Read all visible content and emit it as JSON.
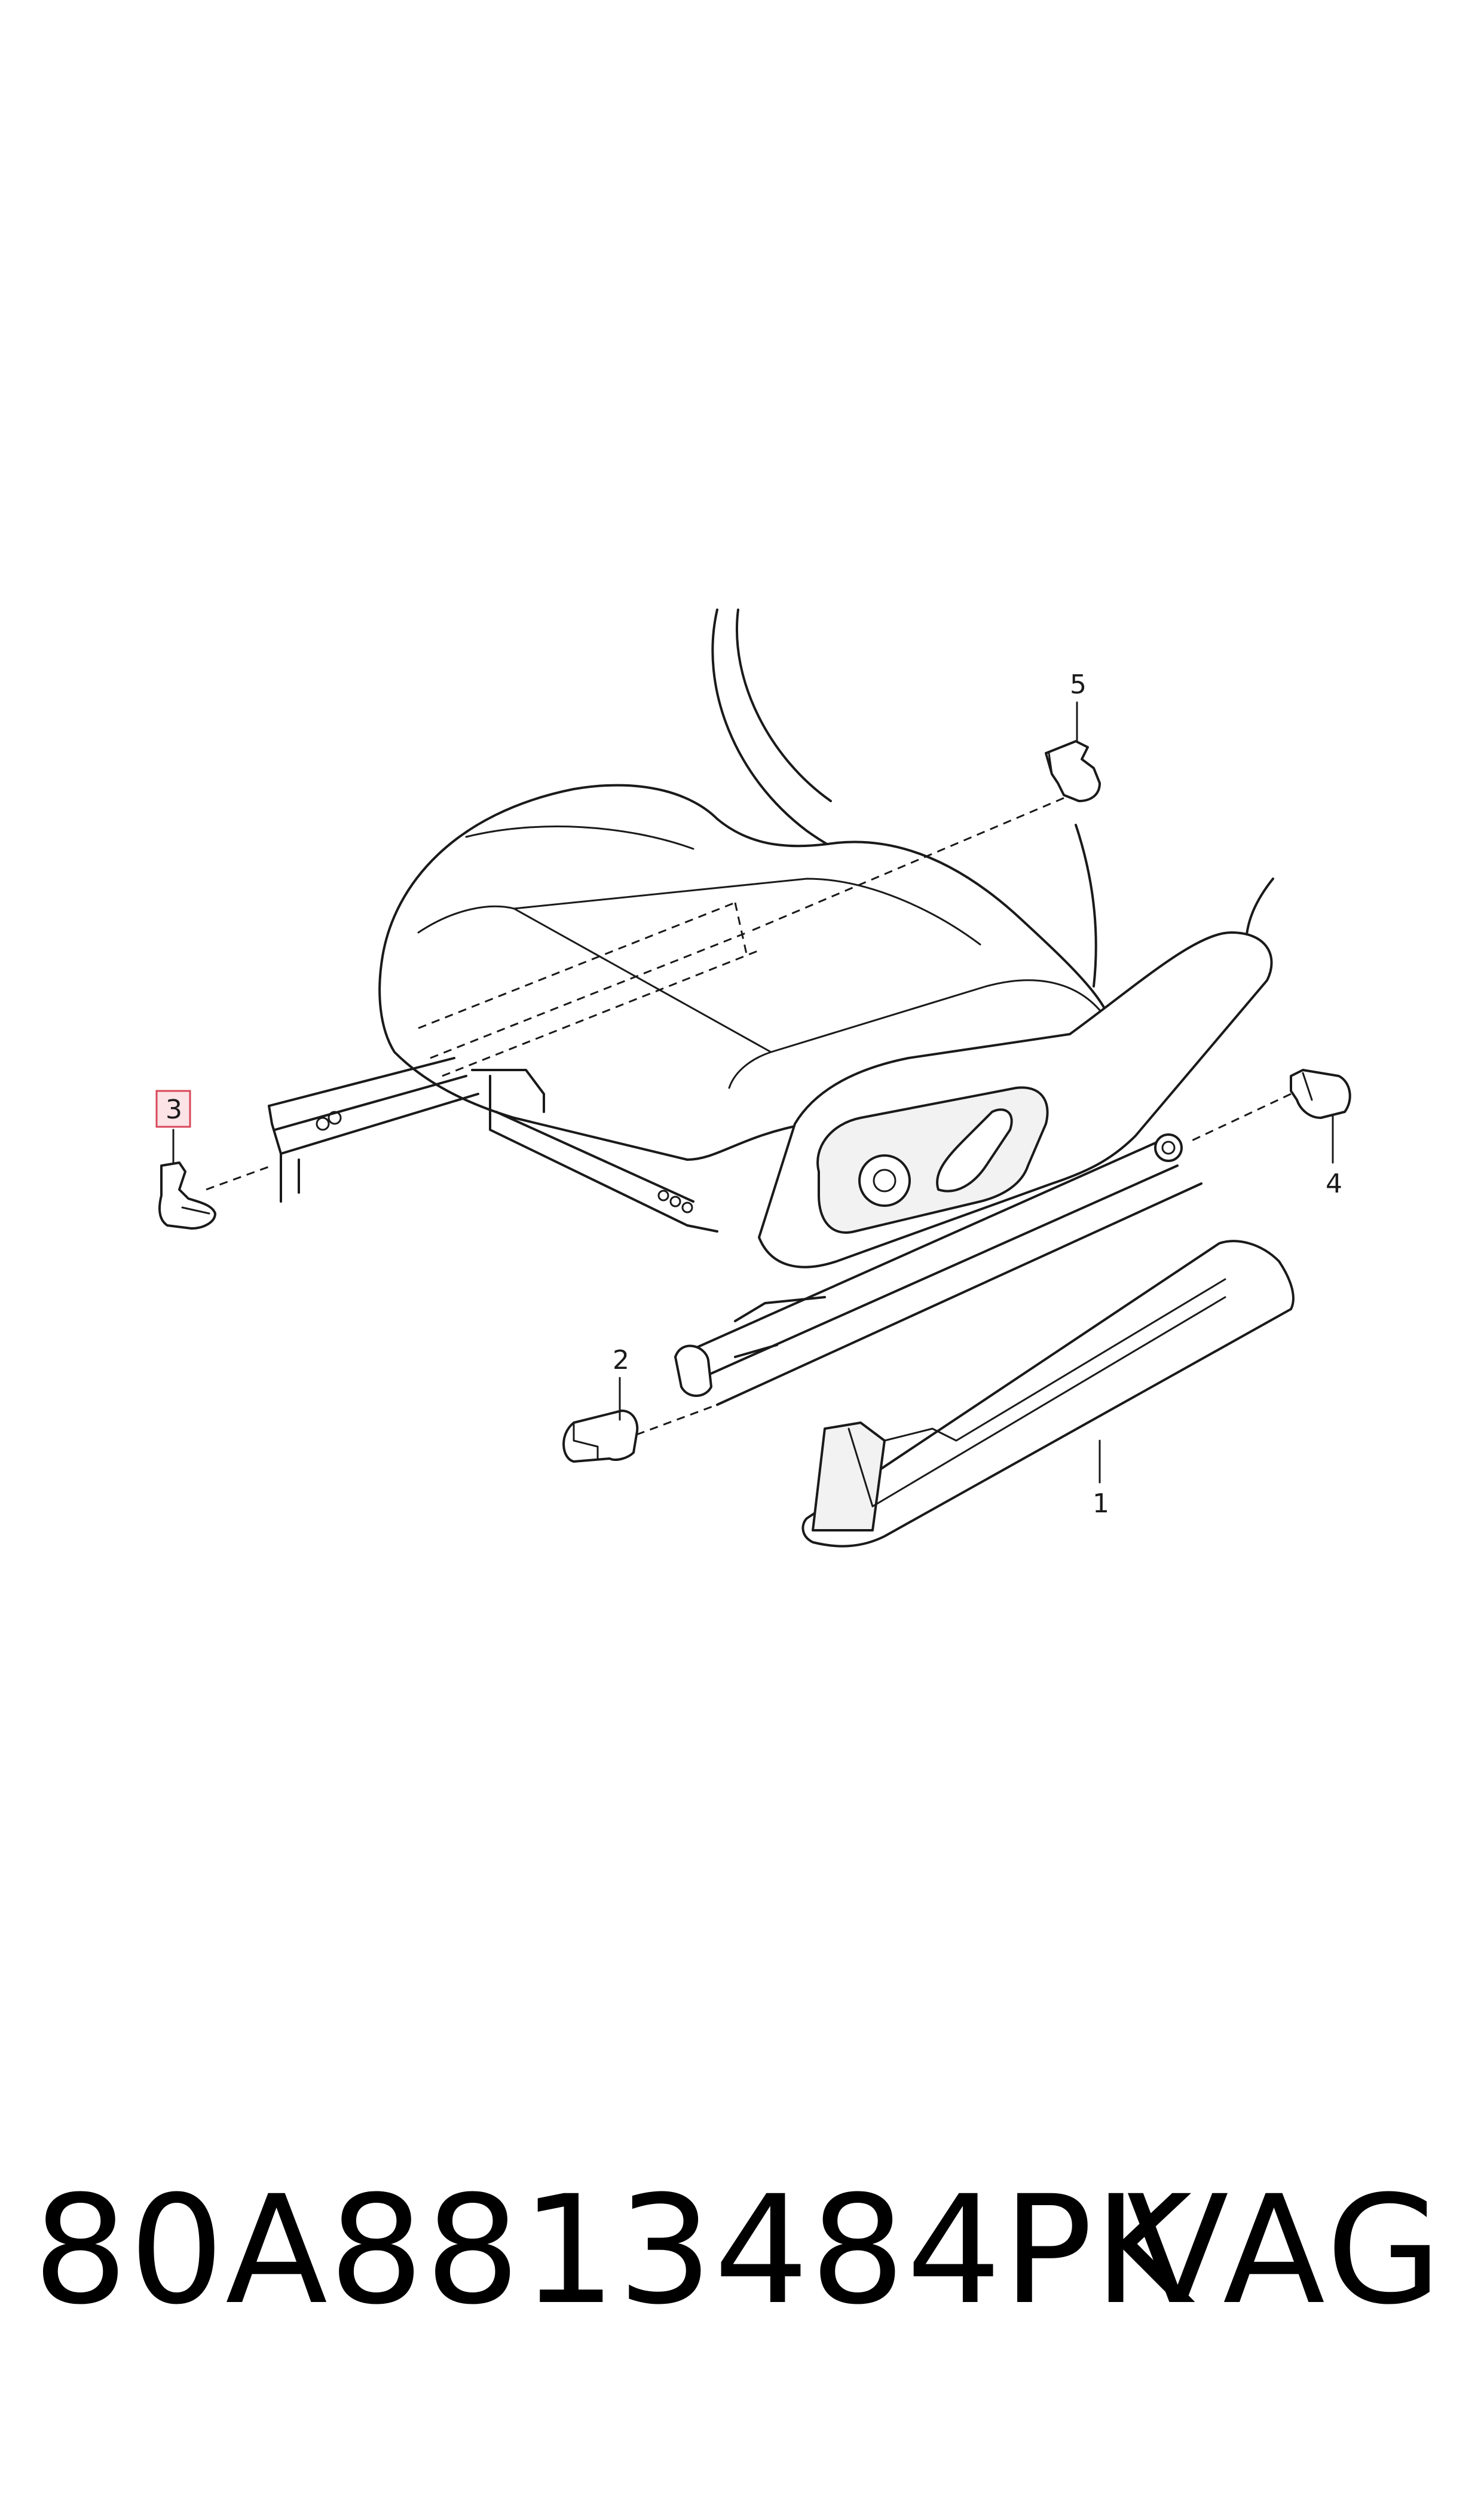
{
  "diagram": {
    "callouts": [
      {
        "id": "1",
        "label": "1",
        "highlighted": false
      },
      {
        "id": "2",
        "label": "2",
        "highlighted": false
      },
      {
        "id": "3",
        "label": "3",
        "highlighted": true
      },
      {
        "id": "4",
        "label": "4",
        "highlighted": false
      },
      {
        "id": "5",
        "label": "5",
        "highlighted": false
      }
    ],
    "highlight_color": "#d9475a"
  },
  "footer": {
    "part_number": "80A8813484PK",
    "brand": "VAG"
  }
}
